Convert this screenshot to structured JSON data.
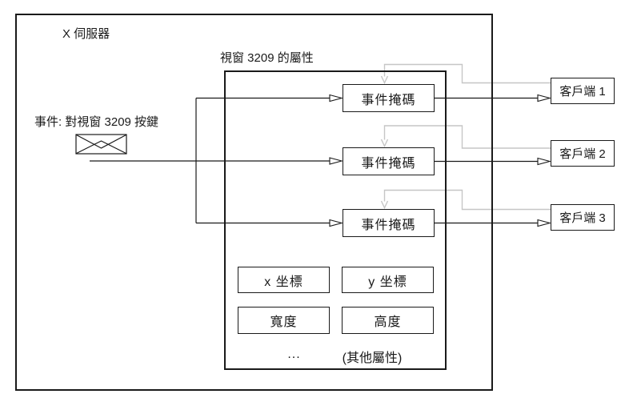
{
  "colors": {
    "line": "#1a1a1a",
    "link": "#c6c6c6",
    "background": "#ffffff"
  },
  "server": {
    "label": "X 伺服器"
  },
  "event": {
    "label": "事件: 對視窗 3209 按鍵"
  },
  "window": {
    "label": "視窗 3209 的屬性",
    "event_masks": [
      {
        "label": "事件掩碼"
      },
      {
        "label": "事件掩碼"
      },
      {
        "label": "事件掩碼"
      }
    ],
    "properties": [
      {
        "label": "x 坐標"
      },
      {
        "label": "y 坐標"
      },
      {
        "label": "寬度"
      },
      {
        "label": "高度"
      }
    ],
    "ellipsis": "...",
    "other_properties": "(其他屬性)"
  },
  "clients": [
    {
      "label": "客戶端 1"
    },
    {
      "label": "客戶端 2"
    },
    {
      "label": "客戶端 3"
    }
  ]
}
